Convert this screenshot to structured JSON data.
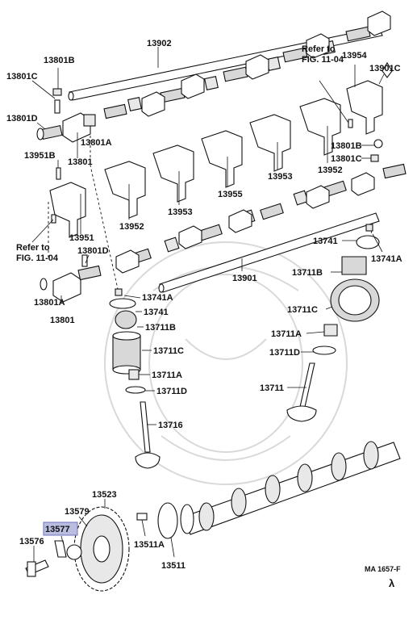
{
  "labels": {
    "p13902": "13902",
    "p13801B_top": "13801B",
    "p13801C_top": "13801C",
    "p13801D_top": "13801D",
    "p13801A_top": "13801A",
    "p13801_top": "13801",
    "p13951B": "13951B",
    "p13951": "13951",
    "p13952_left": "13952",
    "p13953_left": "13953",
    "p13955": "13955",
    "p13953_right": "13953",
    "p13952_right": "13952",
    "p13954": "13954",
    "p13901C": "13901C",
    "p13801B_right": "13801B",
    "p13801C_right": "13801C",
    "p13801D_bottom": "13801D",
    "p13801A_bottom": "13801A",
    "p13801_bottom": "13801",
    "p13901": "13901",
    "p13741A_left": "13741A",
    "p13741_left": "13741",
    "p13711B_left": "13711B",
    "p13711C_left": "13711C",
    "p13711A_left": "13711A",
    "p13711D_left": "13711D",
    "p13716": "13716",
    "p13741_right": "13741",
    "p13741A_right": "13741A",
    "p13711B_right": "13711B",
    "p13711C_right": "13711C",
    "p13711A_right": "13711A",
    "p13711D_right": "13711D",
    "p13711": "13711",
    "p13523": "13523",
    "p13579": "13579",
    "p13577": "13577",
    "p13576": "13576",
    "p13511A": "13511A",
    "p13511": "13511"
  },
  "refs": {
    "left_line1": "Refer to",
    "left_line2": "FIG. 11-04",
    "right_line1": "Refer to",
    "right_line2": "FIG. 11-04"
  },
  "footer": {
    "code": "MA 1657-F",
    "mark": "λ"
  },
  "highlight": {
    "label": "13577",
    "color": "#b9bde0"
  }
}
